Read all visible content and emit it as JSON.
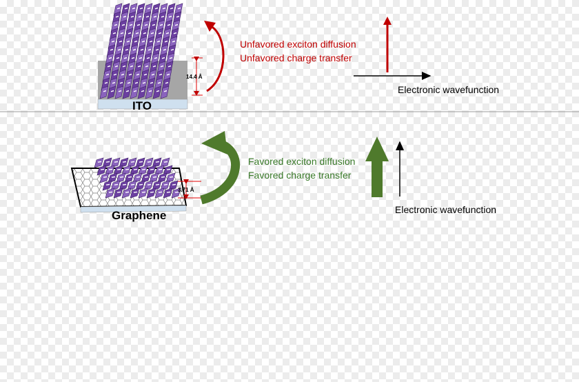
{
  "top_panel": {
    "substrate_label": "ITO",
    "spacing_label": "14.4 Å",
    "effects": [
      "Unfavored exciton diffusion",
      "Unfavored charge transfer"
    ],
    "axis_label": "Electronic wavefunction",
    "accent_color": "#c00000",
    "arrow_icon": "curved-arrow-icon"
  },
  "bottom_panel": {
    "substrate_label": "Graphene",
    "spacing_label": "3.71 Å",
    "effects": [
      "Favored exciton diffusion",
      "Favored charge transfer"
    ],
    "axis_label": "Electronic wavefunction",
    "accent_color": "#4f7a2c",
    "arrow_icon": "curved-arrow-icon"
  }
}
